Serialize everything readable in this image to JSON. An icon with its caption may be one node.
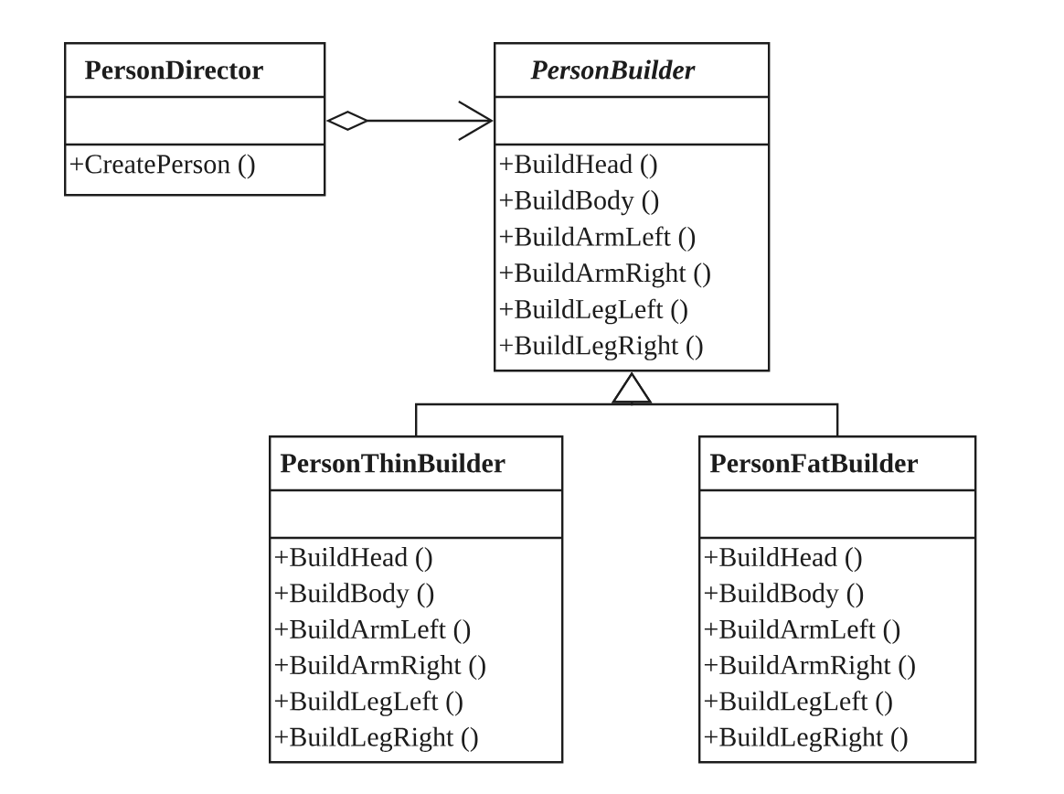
{
  "diagram": {
    "nodes": [
      {
        "text": [
          "PersonDirector",
          "+CreatePerson ()"
        ]
      },
      {
        "text": [
          "PersonBuilder",
          "+BuildHead ()",
          "+BuildBody ()",
          "+BuildArmLeft ()",
          "+BuildArmRight ()",
          "+BuildLegLeft ()",
          "+BuildLegRight ()"
        ]
      },
      {
        "text": [
          "PersonThinBuilder",
          "+BuildHead ()",
          "+BuildBody ()",
          "+BuildArmLeft ()",
          "+BuildArmRight ()",
          "+BuildLegLeft ()",
          "+BuildLegRight ()"
        ]
      },
      {
        "text": [
          "PersonFatBuilder",
          "+BuildHead ()",
          "+BuildBody ()",
          "+BuildArmLeft ()",
          "+BuildArmRight ()",
          "+BuildLegLeft ()",
          "+BuildLegRight ()"
        ]
      }
    ],
    "edges": [
      {
        "from": 0,
        "to": 1,
        "arrow": "to"
      },
      {
        "from": 2,
        "to": 1,
        "arrow": "to"
      },
      {
        "from": 3,
        "to": 1,
        "arrow": "to"
      }
    ]
  }
}
